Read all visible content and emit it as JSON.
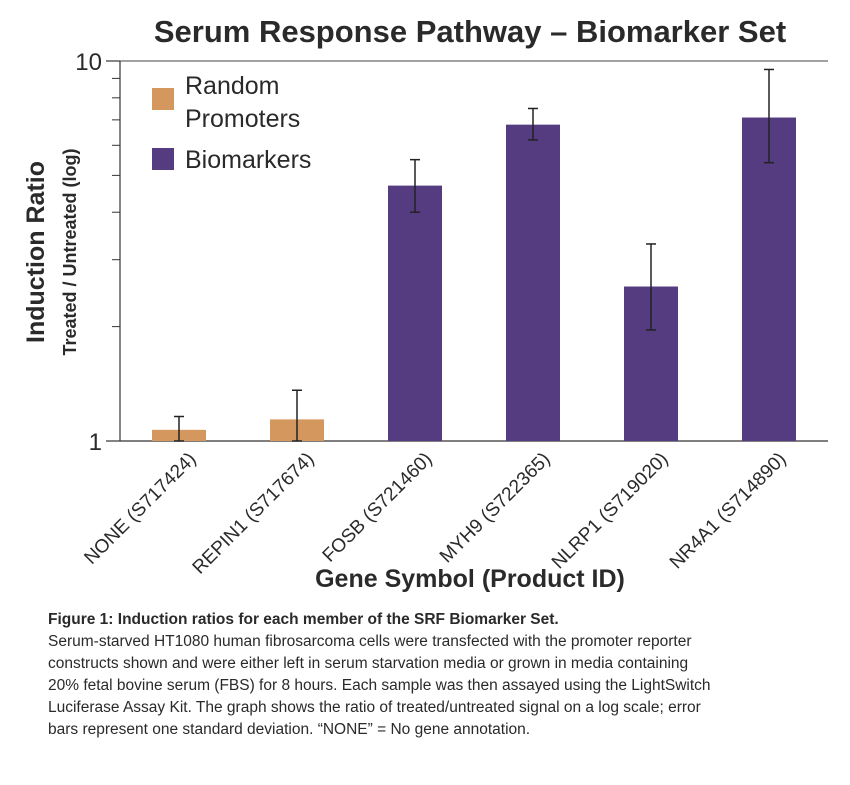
{
  "chart_data": {
    "type": "bar",
    "title": "Serum Response Pathway – Biomarker Set",
    "xlabel": "Gene Symbol (Product ID)",
    "ylabel": "Induction Ratio",
    "ylabel_sub": "Treated / Untreated (log)",
    "y_scale": "log",
    "ylim": [
      1,
      10
    ],
    "y_tick_labels": [
      "1",
      "10"
    ],
    "y_minor_ticks": [
      2,
      3,
      4,
      5,
      6,
      7,
      8,
      9
    ],
    "grid": false,
    "legend_position": "top-left",
    "categories": [
      "NONE (S717424)",
      "REPIN1 (S717674)",
      "FOSB (S721460)",
      "MYH9 (S722365)",
      "NLRP1 (S719020)",
      "NR4A1 (S714890)"
    ],
    "series": [
      {
        "name": "Random Promoters",
        "color": "#d4985e",
        "categories": [
          "NONE (S717424)",
          "REPIN1 (S717674)"
        ],
        "values": [
          1.07,
          1.14
        ],
        "error_low": [
          1.0,
          1.0
        ],
        "error_high": [
          1.16,
          1.36
        ]
      },
      {
        "name": "Biomarkers",
        "color": "#553b80",
        "categories": [
          "FOSB (S721460)",
          "MYH9 (S722365)",
          "NLRP1 (S719020)",
          "NR4A1 (S714890)"
        ],
        "values": [
          4.7,
          6.8,
          2.55,
          7.1
        ],
        "error_low": [
          4.0,
          6.2,
          1.96,
          5.4
        ],
        "error_high": [
          5.5,
          7.5,
          3.3,
          9.5
        ]
      }
    ]
  },
  "caption": {
    "title": "Figure 1: Induction ratios for each member of the SRF Biomarker Set.",
    "lines": [
      "Serum-starved HT1080 human fibrosarcoma cells were transfected with the promoter reporter",
      "constructs shown and were either left in serum starvation media or grown in media containing",
      "20% fetal bovine serum (FBS) for 8 hours. Each sample was then assayed using the LightSwitch",
      "Luciferase Assay Kit. The graph shows the ratio of treated/untreated signal on a log scale; error",
      "bars represent one standard deviation. “NONE” = No gene annotation."
    ]
  }
}
